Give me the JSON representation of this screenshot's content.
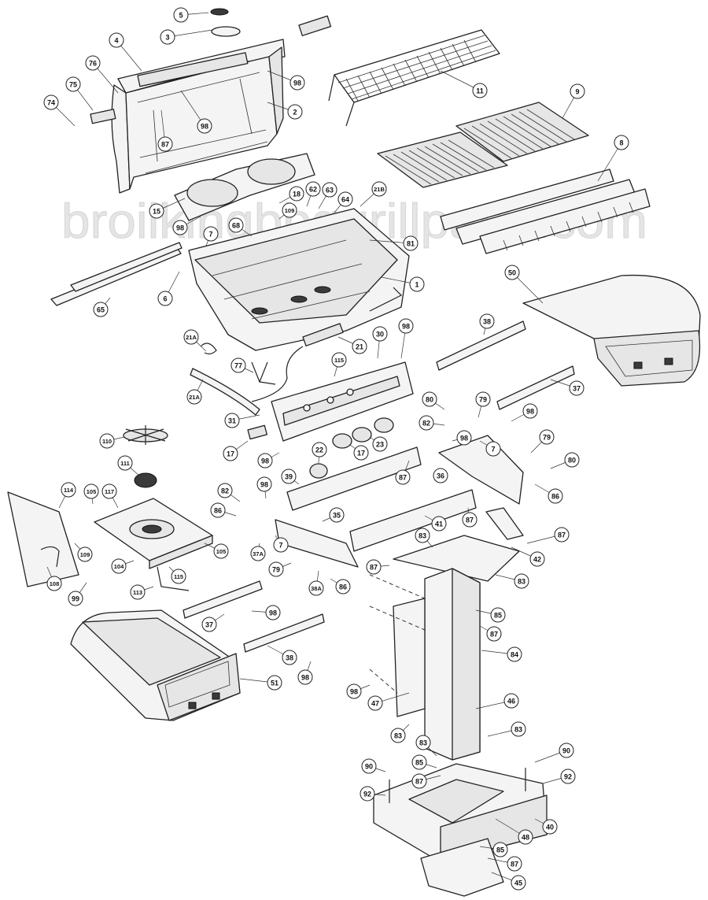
{
  "watermark": "broilkingbbqgrillparts.com",
  "callout_labels": [
    "5",
    "3",
    "4",
    "76",
    "75",
    "74",
    "98",
    "2",
    "87",
    "98",
    "11",
    "9",
    "8",
    "15",
    "98",
    "18",
    "62",
    "63",
    "64",
    "21B",
    "81",
    "109",
    "68",
    "7",
    "6",
    "65",
    "1",
    "50",
    "21A",
    "77",
    "21",
    "21A",
    "30",
    "98",
    "38",
    "115",
    "31",
    "98",
    "37",
    "80",
    "82",
    "79",
    "98",
    "110",
    "17",
    "22",
    "17",
    "23",
    "98",
    "7",
    "79",
    "80",
    "111",
    "39",
    "87",
    "36",
    "86",
    "114",
    "105",
    "117",
    "82",
    "98",
    "86",
    "35",
    "41",
    "87",
    "87",
    "37A",
    "7",
    "83",
    "42",
    "109",
    "104",
    "105",
    "113",
    "115",
    "79",
    "38A",
    "86",
    "87",
    "83",
    "108",
    "99",
    "37",
    "98",
    "85",
    "87",
    "84",
    "38",
    "98",
    "51",
    "98",
    "47",
    "46",
    "83",
    "83",
    "83",
    "85",
    "87",
    "90",
    "90",
    "92",
    "92",
    "48",
    "40",
    "85",
    "87",
    "45"
  ]
}
